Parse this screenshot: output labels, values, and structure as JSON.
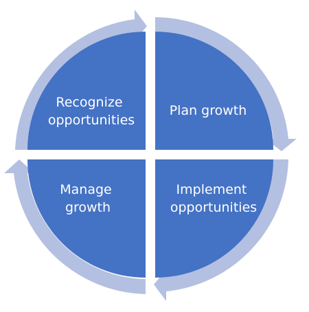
{
  "quadrants": [
    {
      "id": "recognize",
      "lines": [
        "Recognize",
        "opportunities"
      ]
    },
    {
      "id": "plan",
      "lines": [
        "Plan growth"
      ]
    },
    {
      "id": "implement",
      "lines": [
        "Implement",
        "opportunities"
      ]
    },
    {
      "id": "manage",
      "lines": [
        "Manage",
        "growth"
      ]
    }
  ],
  "colors": {
    "quadrant_fill": "#4472C4",
    "arrow_fill": "#B4C0E1",
    "background": "#FFFFFF",
    "text": "#FFFFFF"
  }
}
